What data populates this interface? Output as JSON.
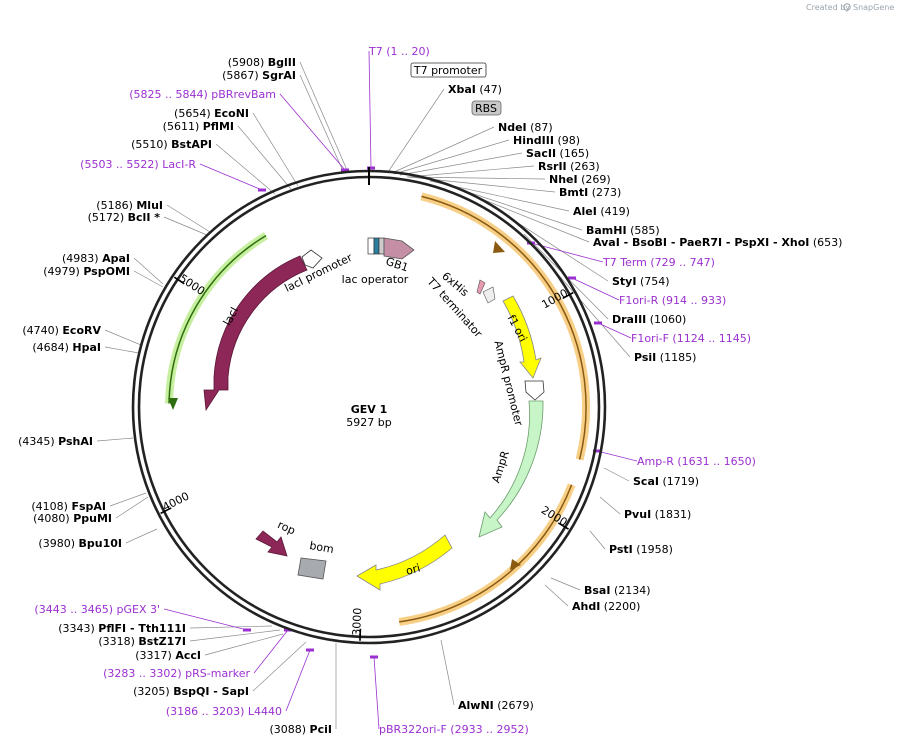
{
  "plasmid": {
    "name": "GEV 1",
    "length": "5927 bp",
    "total_bp": 5927
  },
  "credit": {
    "text": "Created by",
    "brand": "SnapGene"
  },
  "boxes": {
    "t7_promoter": "T7 promoter",
    "rbs": "RBS"
  },
  "colors": {
    "backbone": "#222222",
    "primer": "#9b30d0",
    "lacI": "#8c2757",
    "rop": "#8c2757",
    "f1_ori": "#ffff00",
    "ori": "#ffff00",
    "ampR": "#c8f5c8",
    "gb1": "#c48ea5",
    "bom": "#a7abb0",
    "orf_orange": "#f0a030",
    "orf_green": "#7ac943"
  },
  "tick_labels": [
    "1000",
    "2000",
    "3000",
    "4000",
    "5000"
  ],
  "sites": [
    {
      "name": "BglII",
      "pos": "(5908)"
    },
    {
      "name": "SgrAI",
      "pos": "(5867)"
    },
    {
      "name": "EcoNI",
      "pos": "(5654)"
    },
    {
      "name": "PflMI",
      "pos": "(5611)"
    },
    {
      "name": "BstAPI",
      "pos": "(5510)"
    },
    {
      "name": "MluI",
      "pos": "(5186)"
    },
    {
      "name": "BclI *",
      "pos": "(5172)"
    },
    {
      "name": "ApaI",
      "pos": "(4983)"
    },
    {
      "name": "PspOMI",
      "pos": "(4979)"
    },
    {
      "name": "EcoRV",
      "pos": "(4740)"
    },
    {
      "name": "HpaI",
      "pos": "(4684)"
    },
    {
      "name": "PshAI",
      "pos": "(4345)"
    },
    {
      "name": "FspAI",
      "pos": "(4108)"
    },
    {
      "name": "PpuMI",
      "pos": "(4080)"
    },
    {
      "name": "Bpu10I",
      "pos": "(3980)"
    },
    {
      "name": "PflFI  - Tth111I",
      "pos": "(3343)"
    },
    {
      "name": "BstZ17I",
      "pos": "(3318)"
    },
    {
      "name": "AccI",
      "pos": "(3317)"
    },
    {
      "name": "BspQI  - SapI",
      "pos": "(3205)"
    },
    {
      "name": "PciI",
      "pos": "(3088)"
    },
    {
      "name": "XbaI",
      "pos": "(47)"
    },
    {
      "name": "NdeI",
      "pos": "(87)"
    },
    {
      "name": "HindIII",
      "pos": "(98)"
    },
    {
      "name": "SacII",
      "pos": "(165)"
    },
    {
      "name": "RsrII",
      "pos": "(263)"
    },
    {
      "name": "NheI",
      "pos": "(269)"
    },
    {
      "name": "BmtI",
      "pos": "(273)"
    },
    {
      "name": "AleI",
      "pos": "(419)"
    },
    {
      "name": "BamHI",
      "pos": "(585)"
    },
    {
      "name": "AvaI  - BsoBI  - PaeR7I  - PspXI  - XhoI",
      "pos": "(653)"
    },
    {
      "name": "StyI",
      "pos": "(754)"
    },
    {
      "name": "DraIII",
      "pos": "(1060)"
    },
    {
      "name": "PsiI",
      "pos": "(1185)"
    },
    {
      "name": "ScaI",
      "pos": "(1719)"
    },
    {
      "name": "PvuI",
      "pos": "(1831)"
    },
    {
      "name": "PstI",
      "pos": "(1958)"
    },
    {
      "name": "BsaI",
      "pos": "(2134)"
    },
    {
      "name": "AhdI",
      "pos": "(2200)"
    },
    {
      "name": "AlwNI",
      "pos": "(2679)"
    }
  ],
  "primers": [
    {
      "name": "T7",
      "range": "(1 .. 20)"
    },
    {
      "name": "pBRrevBam",
      "range": "(5825 .. 5844)"
    },
    {
      "name": "LacI-R",
      "range": "(5503 .. 5522)"
    },
    {
      "name": "T7 Term",
      "range": "(729 .. 747)"
    },
    {
      "name": "F1ori-R",
      "range": "(914 .. 933)"
    },
    {
      "name": "F1ori-F",
      "range": "(1124 .. 1145)"
    },
    {
      "name": "Amp-R",
      "range": "(1631 .. 1650)"
    },
    {
      "name": "pBR322ori-F",
      "range": "(2933 .. 2952)"
    },
    {
      "name": "L4440",
      "range": "(3186 .. 3203)"
    },
    {
      "name": "pRS-marker",
      "range": "(3283 .. 3302)"
    },
    {
      "name": "pGEX 3'",
      "range": "(3443 .. 3465)"
    }
  ],
  "features": [
    {
      "name": "lacI"
    },
    {
      "name": "lacI promoter"
    },
    {
      "name": "lac operator"
    },
    {
      "name": "GB1"
    },
    {
      "name": "6xHis"
    },
    {
      "name": "T7 terminator"
    },
    {
      "name": "f1 ori"
    },
    {
      "name": "AmpR promoter"
    },
    {
      "name": "AmpR"
    },
    {
      "name": "ori"
    },
    {
      "name": "bom"
    },
    {
      "name": "rop"
    }
  ]
}
